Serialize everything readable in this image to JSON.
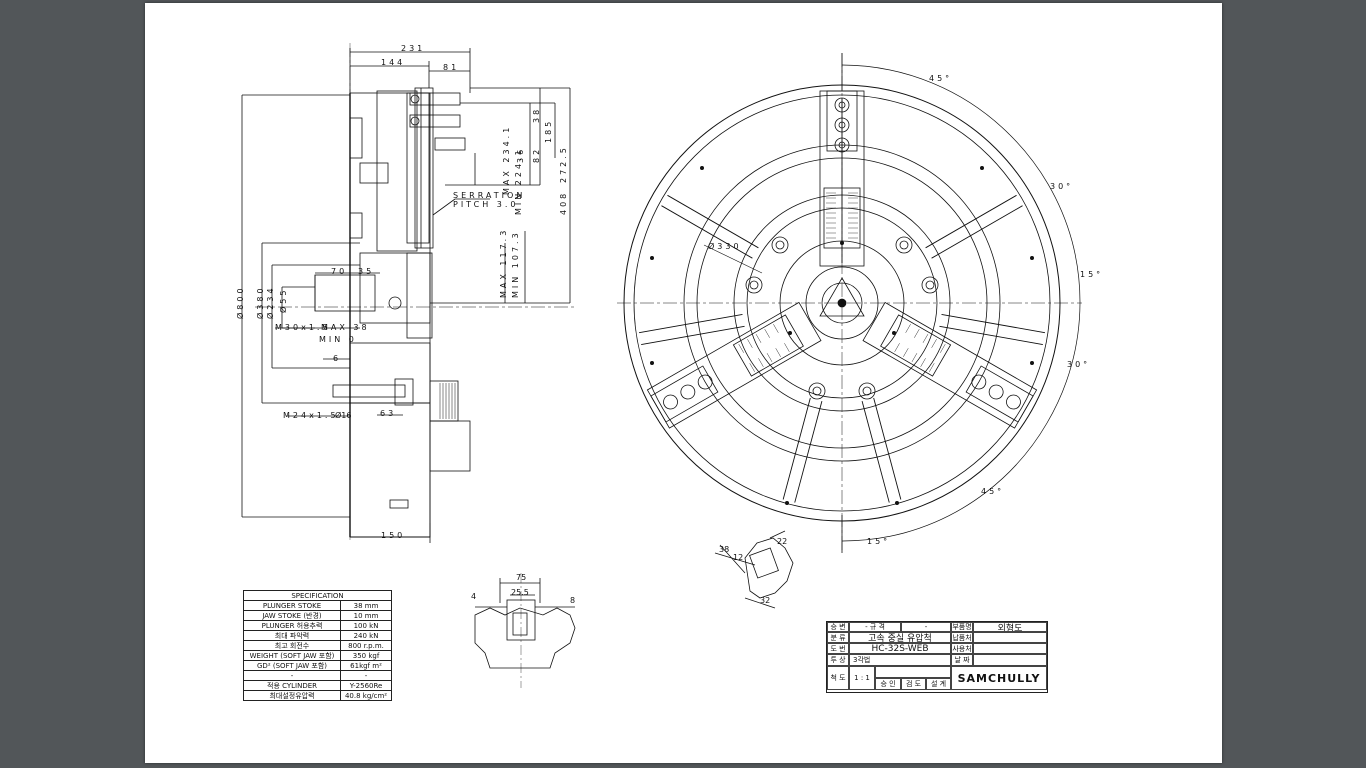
{
  "drawing": {
    "side_view": {
      "dims": {
        "d231": "231",
        "d144": "144",
        "d81": "81",
        "d150": "150",
        "d63": "63",
        "d6": "6",
        "d70": "70",
        "d35": "35",
        "dia800": "Ø800",
        "dia380": "Ø380",
        "dia234": "Ø234",
        "dia55": "Ø55",
        "m30": "M30x1.5",
        "max38": "MAX 38",
        "min0": "MIN 0",
        "m24": "M24x1.5",
        "dia16": "Ø16",
        "serrat": "SERRATION",
        "pitch": "PITCH 3.0",
        "max2341": "MAX 234.1",
        "min2241": "MIN 224.1",
        "d36": "36",
        "d82": "82",
        "d38": "38",
        "d185": "185",
        "max1173": "MAX 117.3",
        "min1073": "MIN 107.3",
        "d408": "408",
        "d2725": "272.5"
      }
    },
    "front_view": {
      "angles": {
        "a45top": "45°",
        "a30": "30°",
        "a15": "15°",
        "a30b": "30°",
        "a45b": "45°",
        "a15b": "15°"
      },
      "dia330": "Ø330"
    },
    "details": {
      "d75": "75",
      "d25": "25.5",
      "d4": "4",
      "d8": "8",
      "d38b": "38",
      "d22": "22",
      "d12": "12",
      "d32": "32"
    }
  },
  "spec": {
    "title": "SPECIFICATION",
    "rows": [
      [
        "PLUNGER STOKE",
        "38 mm"
      ],
      [
        "JAW STOKE (반경)",
        "10 mm"
      ],
      [
        "PLUNGER 허용추력",
        "100 kN"
      ],
      [
        "최대 파악력",
        "240 kN"
      ],
      [
        "최고 회전수",
        "800 r.p.m."
      ],
      [
        "WEIGHT (SOFT JAW 포함)",
        "350 kgf"
      ],
      [
        "GD² (SOFT JAW 포함)",
        "61kgf m²"
      ],
      [
        "-",
        "-"
      ],
      [
        "적용 CYLINDER",
        "Y-2560Re"
      ],
      [
        "최대설정유압력",
        "40.8 kg/cm²"
      ]
    ]
  },
  "title_block": {
    "row1": {
      "c1": "승 변",
      "c2": "- 규 격",
      "c3": "-",
      "c4": "부품명",
      "c5": "외형도"
    },
    "row2": {
      "c1": "분 류",
      "c2": "고속 중실 유압척",
      "c3": "납품처"
    },
    "row3": {
      "c1": "도 번",
      "c2": "HC-32S-WEB",
      "c3": "사용처"
    },
    "row4": {
      "c1": "투 상",
      "c2": "3각법",
      "c3": "날 짜"
    },
    "row5": {
      "c1": "척 도",
      "c2": "1 : 1",
      "c3": "승 인",
      "c4": "검 도",
      "c5": "설 계"
    },
    "logo": "SAMCHULLY"
  }
}
